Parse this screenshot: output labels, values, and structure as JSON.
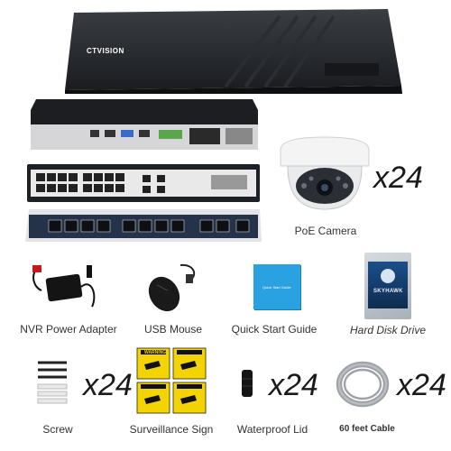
{
  "product": {
    "brand": "CTVISION",
    "camera_quantity": "x24",
    "items": [
      {
        "key": "poe_camera",
        "label": "PoE Camera"
      },
      {
        "key": "power_adapter",
        "label": "NVR Power Adapter"
      },
      {
        "key": "usb_mouse",
        "label": "USB Mouse"
      },
      {
        "key": "quick_start_guide",
        "label": "Quick Start Guide"
      },
      {
        "key": "hard_disk_drive",
        "label": "Hard Disk Drive"
      },
      {
        "key": "screw",
        "label": "Screw",
        "quantity": "x24"
      },
      {
        "key": "surveillance_sign",
        "label": "Surveillance Sign"
      },
      {
        "key": "waterproof_lid",
        "label": "Waterproof Lid",
        "quantity": "x24"
      },
      {
        "key": "cable",
        "label": "60 feet Cable",
        "quantity": "x24"
      }
    ],
    "guide_cover_text": "Quick Start Guide",
    "disk_brand": "SKYHAWK",
    "sign_text": "WARNING"
  },
  "colors": {
    "nvr_dark": "#1f2226",
    "guide_blue": "#2aa1e0",
    "sign_yellow": "#f4d400",
    "switch_blue": "#24324a"
  }
}
